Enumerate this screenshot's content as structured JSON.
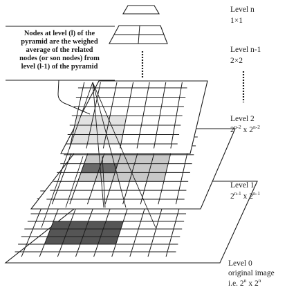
{
  "note": {
    "lines": [
      "Nodes at level (l) of the",
      "pyramid are the weighed",
      "average of the related",
      "nodes (or son nodes) from",
      "level (l-1) of the pyramid"
    ]
  },
  "levels": [
    {
      "name": "Level n",
      "size": "1×1"
    },
    {
      "name": "Level n-1",
      "size": "2×2"
    },
    {
      "name": "Level 2",
      "size_parts": [
        "2",
        "n-2",
        " x 2",
        "n-2"
      ]
    },
    {
      "name": "Level 1",
      "size_parts": [
        "2",
        "n-1",
        " x 2",
        "n-1"
      ]
    },
    {
      "name": "Level 0",
      "caption": "original image",
      "size_parts": [
        "i.e. 2",
        "n",
        " x 2",
        "n"
      ]
    }
  ],
  "colors": {
    "ink": "#1a1a1a",
    "shade_level0": "#555555",
    "shade_level1_core": "#6a6a6a",
    "shade_level1_halo": "#c8c8c8",
    "shade_level2": "#e2e2e2"
  }
}
